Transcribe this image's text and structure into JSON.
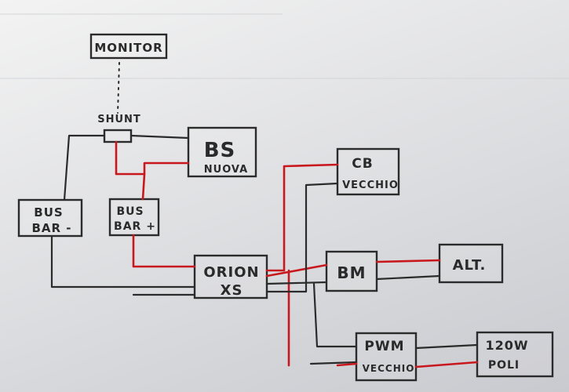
{
  "diagram": {
    "nodes": [
      {
        "id": "monitor",
        "lines": [
          "MONITOR"
        ]
      },
      {
        "id": "shunt",
        "lines": [
          "SHUNT"
        ]
      },
      {
        "id": "bs-nuova",
        "lines": [
          "BS",
          "NUOVA"
        ]
      },
      {
        "id": "cb-vecchio",
        "lines": [
          "CB",
          "VECCHIO"
        ]
      },
      {
        "id": "bus-bar-neg",
        "lines": [
          "BUS",
          "BAR -"
        ]
      },
      {
        "id": "bus-bar-pos",
        "lines": [
          "BUS",
          "BAR +"
        ]
      },
      {
        "id": "orion-xs",
        "lines": [
          "ORION",
          "XS"
        ]
      },
      {
        "id": "bm",
        "lines": [
          "BM"
        ]
      },
      {
        "id": "alt",
        "lines": [
          "ALT."
        ]
      },
      {
        "id": "pwm-vecchio",
        "lines": [
          "PWM",
          "VECCHIO"
        ]
      },
      {
        "id": "poli-120w",
        "lines": [
          "120W",
          "POLI"
        ]
      }
    ],
    "wire_colors": {
      "negative": "#2b2b2b",
      "positive": "#c8181e"
    }
  }
}
